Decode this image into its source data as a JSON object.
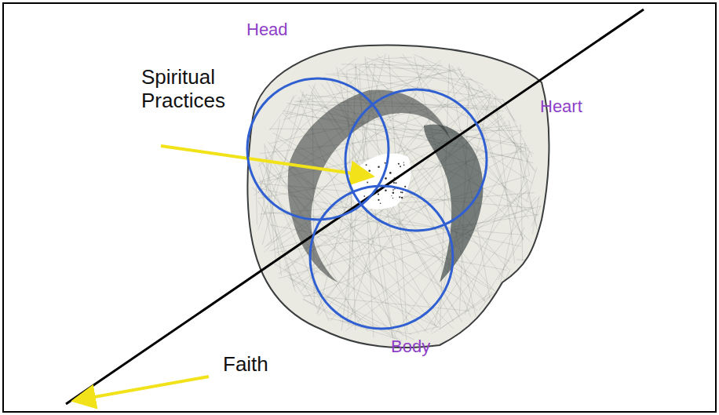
{
  "diagram": {
    "nodes": [
      {
        "text": [
          "Head"
        ]
      },
      {
        "text": [
          "Heart"
        ]
      },
      {
        "text": [
          "Body"
        ]
      }
    ],
    "labels": [
      "Spiritual Practices",
      "Faith"
    ]
  }
}
